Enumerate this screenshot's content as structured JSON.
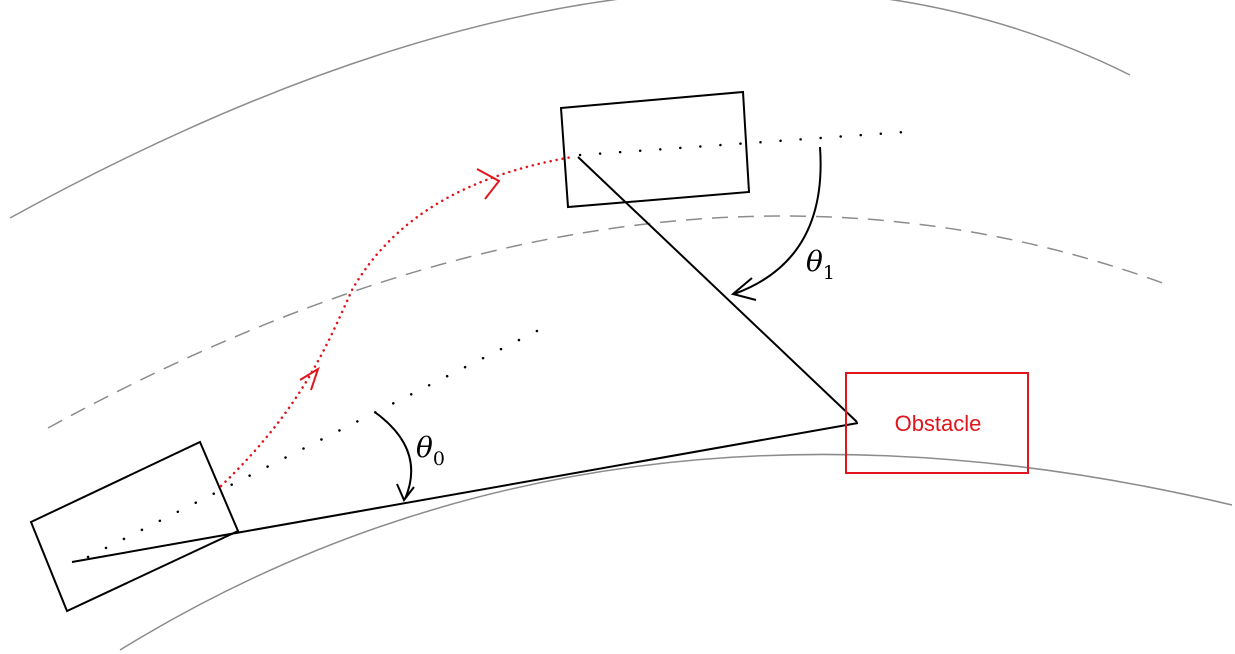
{
  "diagram": {
    "obstacle_label": "Obstacle",
    "theta0": {
      "symbol": "θ",
      "subscript": "0"
    },
    "theta1": {
      "symbol": "θ",
      "subscript": "1"
    },
    "colors": {
      "road_edge": "#8c8c8c",
      "lane_center": "#8c8c8c",
      "vehicle": "#000000",
      "sight_line": "#000000",
      "path": "#e0161c",
      "obstacle": "#e0161c"
    }
  }
}
